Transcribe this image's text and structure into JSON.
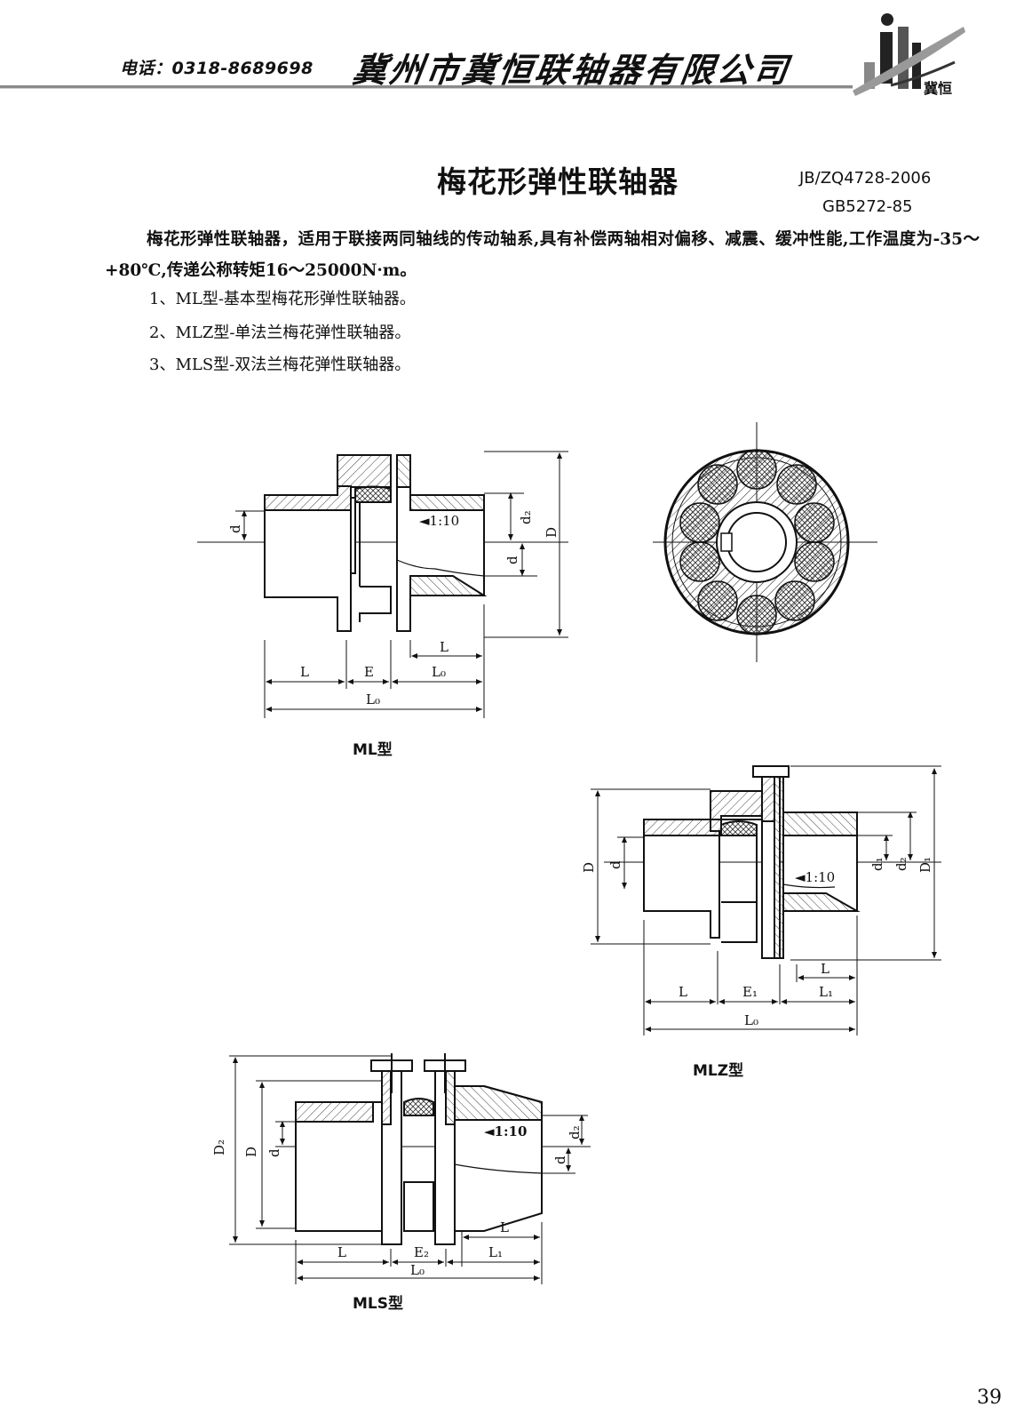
{
  "header": {
    "phone": "电话：0318-8689698",
    "company": "冀州市冀恒联轴器有限公司",
    "logo_text": "冀恒"
  },
  "title": "梅花形弹性联轴器",
  "standards": [
    "JB/ZQ4728-2006",
    "GB5272-85"
  ],
  "intro": "梅花形弹性联轴器，适用于联接两同轴线的传动轴系,具有补偿两轴相对偏移、减震、缓冲性能,工作温度为-35～+80℃,传递公称转矩16～25000N·m。",
  "items": [
    "1、ML型-基本型梅花形弹性联轴器。",
    "2、MLZ型-单法兰梅花弹性联轴器。",
    "3、MLS型-双法兰梅花弹性联轴器。"
  ],
  "figures": {
    "ml": {
      "caption": "ML型",
      "taper": "◄1:10",
      "dims": {
        "L": "L",
        "E": "E",
        "L0": "L₀",
        "d": "d",
        "d2": "d₂",
        "D": "D"
      }
    },
    "mlz": {
      "caption": "MLZ型",
      "taper": "◄1:10",
      "dims": {
        "L": "L",
        "E1": "E₁",
        "L1": "L₁",
        "L0": "L₀",
        "d": "d",
        "d1": "d₁",
        "d2": "d₂",
        "D": "D",
        "D1": "D₁"
      }
    },
    "mls": {
      "caption": "MLS型",
      "taper": "◄1:10",
      "dims": {
        "L": "L",
        "E2": "E₂",
        "L1": "L₁",
        "L0": "L₀",
        "d": "d",
        "d2": "d₂",
        "D": "D",
        "D2": "D₂"
      }
    }
  },
  "page_number": "39",
  "colors": {
    "ink": "#111111",
    "hatch": "#444444",
    "rule": "#7a7a7a"
  }
}
